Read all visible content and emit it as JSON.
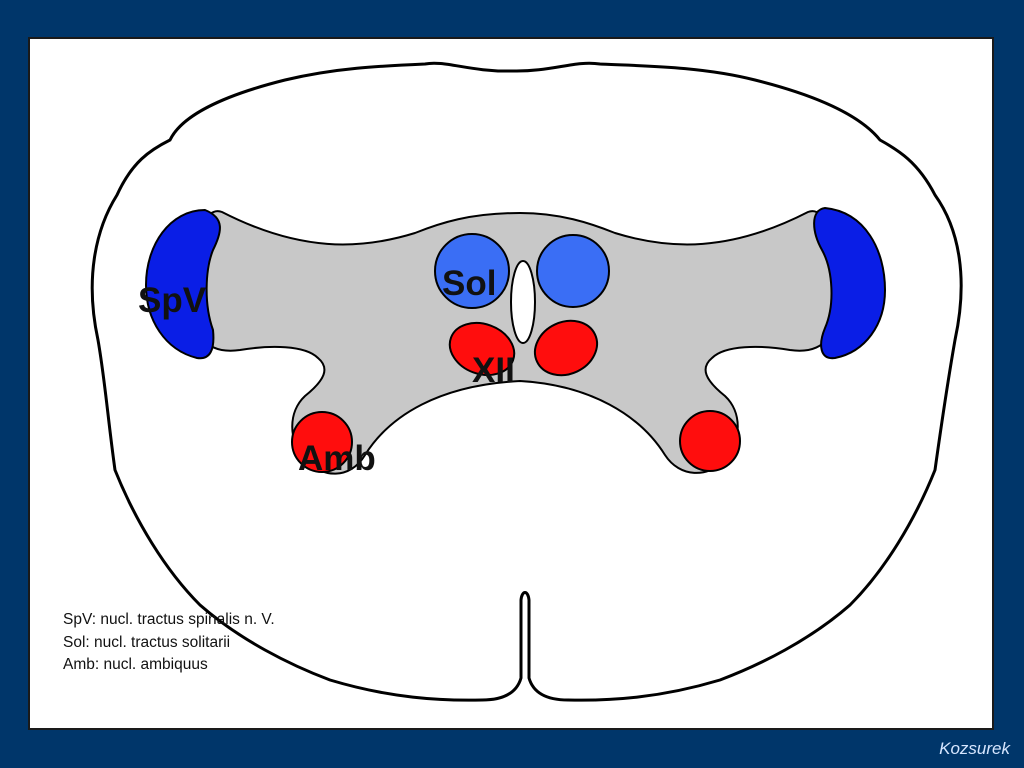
{
  "labels": {
    "spv": "SpV",
    "sol": "Sol",
    "xii": "XII",
    "amb": "Amb"
  },
  "legend": [
    "SpV: nucl. tractus spinalis n. V.",
    "Sol: nucl. tractus solitarii",
    "Amb: nucl. ambiquus"
  ],
  "credit": "Kozsurek",
  "colors": {
    "background": "#00366a",
    "panel": "#ffffff",
    "outline": "#000000",
    "gray_matter": "#c8c8c8",
    "sensory_nucleus": "#3a6ef5",
    "spinal_trigeminal": "#0a1ee6",
    "motor_nucleus": "#ff0d0d"
  }
}
